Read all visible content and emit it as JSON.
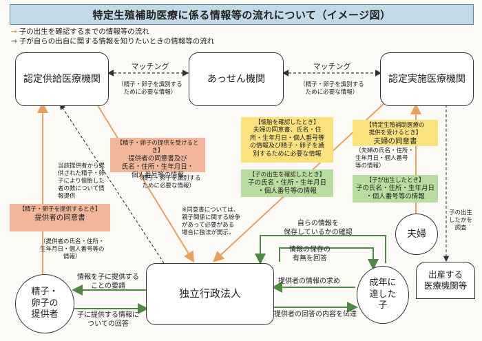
{
  "title": "特定生殖補助医療に係る情報等の流れについて（イメージ図）",
  "legend": [
    {
      "color": "#e8a05c",
      "text": "子の出生を確認するまでの情報等の流れ"
    },
    {
      "color": "#4f8a45",
      "text": "子が自らの出自に関する情報を知りたいときの情報等の流れ"
    }
  ],
  "nodes": {
    "supply_clinic": "認定供給医療機関",
    "agency": "あっせん機関",
    "treat_clinic": "認定実施医療機関",
    "donor": "精子・\n卵子の\n提供者",
    "iai": "独立行政法人",
    "adult_child": "成年に\n達した\n子",
    "couple": "夫婦",
    "birth_clinic": "出産する\n医療機関等"
  },
  "matching": {
    "left_label": "マッチング",
    "left_note": "（精子・卵子を識別する\nために必要な情報）",
    "right_label": "マッチング",
    "right_note": "（精子・卵子を識別する\nために必要な情報）"
  },
  "boxes": {
    "donor_consent": {
      "title": "【精子・卵子を提供するとき】",
      "body": "提供者の同意書"
    },
    "supply_info": {
      "title": "【精子・卵子の提供を受けるとき】",
      "body": "提供者の同意書及び\n氏名・住所・生年月日・\n個人番号等の情報"
    },
    "pregnancy": {
      "title": "【懐胎を確認したとき】",
      "body": "夫婦の同意書、氏名・住\n所・生年月日・個人番号等\nの情報及び精子・卵子を識\n別するために必要な情報"
    },
    "couple_consent": {
      "title": "【特定生殖補助医療の\n提供を受けるとき】",
      "body": "夫婦の同意書"
    },
    "birth_confirm": {
      "title": "【子の出生を確認したとき】",
      "body": "子の氏名・住所・生年月日\n・個人番号等の情報"
    },
    "birth_occur": {
      "title": "【子が出生したとき】",
      "body": "子の氏名・住所・生年月日\n・個人番号等の情報"
    }
  },
  "notes": {
    "donor_consent_note": "（提供者の氏名・住所・\n生年月日・個人番号等の\n情報）",
    "supply_note": "（精子・卵子を識別する\nために必要な情報）",
    "birth_count_note": "当該提供者から提\n供された精子・卵\n子により懐胎した\n者の数について情\n報提供",
    "couple_note": "（夫婦の氏名・住所・\n生年月日・個人番号\n等の情報）",
    "consent_remark": "※同意書については、\n親子関係に関する紛争\nがあって必要がある\n場合に独法が開示。",
    "birth_check": "子の出生\nしたかを\n調査"
  },
  "flows": {
    "confirm_info": "自らの情報を\n保存しているかの確認",
    "info_saved": "情報の保存の\n有無を回答",
    "request_info": "提供者の情報の求め",
    "convey_answer": "提供者の回答の内容を伝達",
    "request_donor": "情報を子に提供する\nことの要請",
    "donor_answer": "子に提供する情報に\nついての回答"
  }
}
